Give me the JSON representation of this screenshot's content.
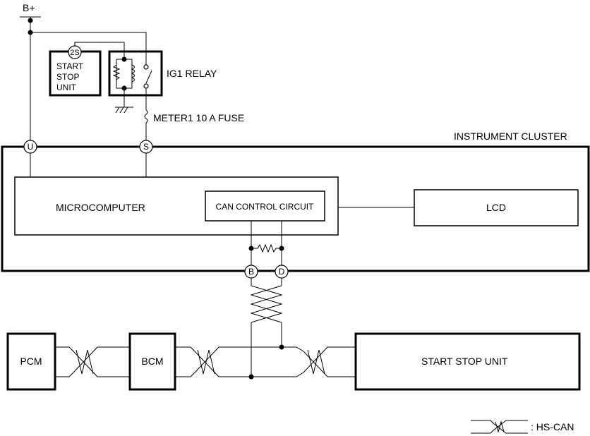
{
  "power": {
    "label": "B+"
  },
  "start_stop_small": {
    "line1": "START",
    "line2": "STOP",
    "line3": "UNIT",
    "pin": "2S"
  },
  "relay": {
    "label": "IG1 RELAY"
  },
  "fuse": {
    "label": "METER1 10 A FUSE"
  },
  "cluster": {
    "label": "INSTRUMENT CLUSTER",
    "pins": {
      "u": "U",
      "s": "S",
      "b": "B",
      "d": "D"
    },
    "microcomputer": "MICROCOMPUTER",
    "can_circuit": "CAN CONTROL CIRCUIT",
    "lcd": "LCD"
  },
  "modules": {
    "pcm": "PCM",
    "bcm": "BCM",
    "start_stop_unit": "START STOP UNIT"
  },
  "legend": {
    "label": ": HS-CAN"
  }
}
